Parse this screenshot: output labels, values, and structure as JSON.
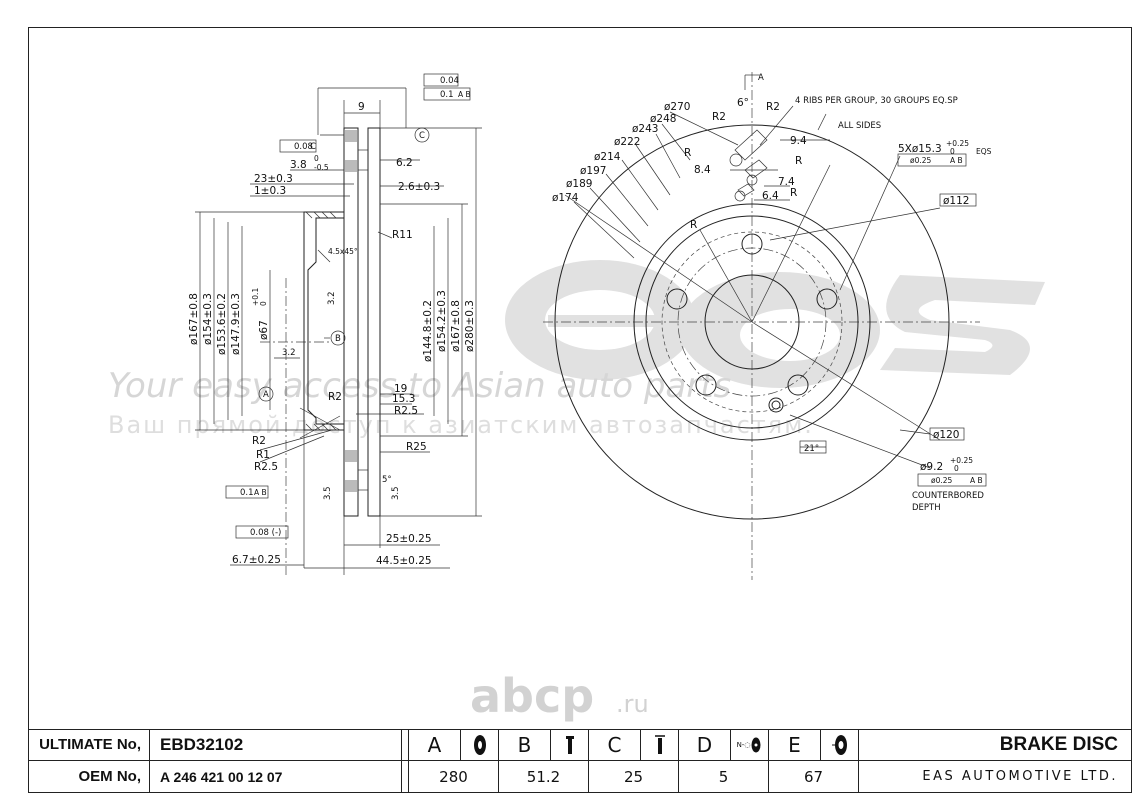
{
  "watermark": {
    "tagline_en": "Your easy access to Asian auto parts",
    "tagline_ru": "Ваш прямой доступ к азиатским автозапчастям.",
    "site": "abcp",
    "site_tld": ".ru"
  },
  "section_view": {
    "dims": {
      "width_9": "9",
      "runout": "0.04",
      "flatness": "0.1",
      "datum_ab": "A B",
      "datum_c": "C",
      "parallel": "0.08",
      "parallel_ref": "C",
      "d38": "3.8",
      "d38_upper": "0",
      "d38_lower": "-0.5",
      "d62": "6.2",
      "d23": "23±0.3",
      "d1": "1±0.3",
      "d26": "2.6±0.3",
      "r11": "R11",
      "chamfer": "4.5x45°",
      "rough32_a": "3.2",
      "rough32_b": "3.2",
      "d167a": "ø167±0.8",
      "d154a": "ø154±0.3",
      "d1536": "ø153.6±0.2",
      "d1479": "ø147.9±0.3",
      "d67": "ø67",
      "d67_tol": "+0.1",
      "d67_tol0": "0",
      "d1448": "ø144.8±0.2",
      "d1542": "ø154.2±0.3",
      "d167b": "ø167±0.8",
      "d280": "ø280±0.3",
      "datum_b": "B",
      "datum_a": "A",
      "d19": "19",
      "d153": "15.3",
      "r2a": "R2",
      "r25a": "R2.5",
      "r2b": "R2",
      "r1": "R1",
      "r25b": "R2.5",
      "r25c": "R25",
      "ang5": "5°",
      "d35a": "3.5",
      "d35b": "3.5",
      "flat_bottom": "0.1",
      "flat_bottom_ref": "A B",
      "flat_bottom2": "0.08 (-)",
      "d25": "25±0.25",
      "d67b": "6.7±0.25",
      "d445": "44.5±0.25"
    }
  },
  "front_view": {
    "dims": {
      "section_a": "A",
      "angle6": "6°",
      "r2a": "R2",
      "r2b": "R2",
      "ribs_note": "4 RIBS PER GROUP, 30 GROUPS EQ.SP",
      "all_sides": "ALL SIDES",
      "d270": "ø270",
      "d248": "ø248",
      "d243": "ø243",
      "d222": "ø222",
      "d214": "ø214",
      "d197": "ø197",
      "d189": "ø189",
      "d174": "ø174",
      "r_a": "R",
      "r_b": "R",
      "r_c": "R",
      "r_d": "R",
      "d94": "9.4",
      "d84": "8.4",
      "d74": "7.4",
      "d64": "6.4",
      "holes5": "5Xø15.3",
      "holes5_tol": "+0.25",
      "holes5_tol0": "0",
      "eqs": "EQS",
      "pos_tol": "ø0.25",
      "pos_ref": "A B",
      "d112": "ø112",
      "d120": "ø120",
      "ang21": "21°",
      "d92": "ø9.2",
      "d92_tol": "+0.25",
      "d92_tol0": "0",
      "pos_tol2": "ø0.25",
      "pos_ref2": "A B",
      "counterbored": "COUNTERBORED",
      "depth": "DEPTH"
    }
  },
  "footer": {
    "ultimate_label": "ULTIMATE No,",
    "ultimate_value": "EBD32102",
    "oem_label": "OEM No,",
    "oem_value": "A 246 421 00 12 07",
    "columns": [
      {
        "letter": "A",
        "value": "280",
        "icon": "disc-diameter-icon"
      },
      {
        "letter": "B",
        "value": "51.2",
        "icon": "disc-height-icon"
      },
      {
        "letter": "C",
        "value": "25",
        "icon": "disc-thickness-icon"
      },
      {
        "letter": "D",
        "value": "5",
        "icon": "bolt-holes-icon",
        "icon_text": "N-◌"
      },
      {
        "letter": "E",
        "value": "67",
        "icon": "center-bore-icon"
      }
    ],
    "product_title": "BRAKE DISC",
    "company": "EAS AUTOMOTIVE LTD."
  }
}
